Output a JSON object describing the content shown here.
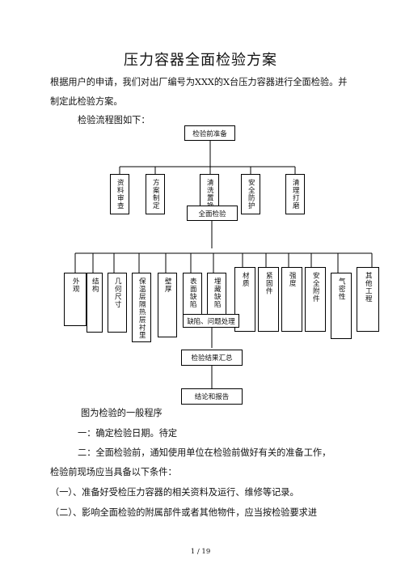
{
  "title": "压力容器全面检验方案",
  "intro": "根据用户的申请，我们对出厂编号为XXX的X台压力容器进行全面检验。并制定此检验方案。",
  "flow_label": "检验流程图如下：",
  "flowchart": {
    "top": "检验前准备",
    "prep_steps": [
      "资料审查",
      "方案制定",
      "清洗置换",
      "安全防护",
      "清理打磨"
    ],
    "middle": "全面检验",
    "inspection_items": [
      "外观",
      "结构",
      "几何尺寸",
      "保温层隔热层衬里",
      "壁厚",
      "表面缺陷",
      "埋藏缺陷",
      "材质",
      "紧固件",
      "强度",
      "安全附件",
      "气密性",
      "其他工程"
    ],
    "defect": "缺陷、问题处理",
    "summary": "检验结果汇总",
    "report": "结论和报告"
  },
  "caption": "图为检验的一般程序",
  "item1": "一：确定检验日期。待定",
  "item2_line1": "二：全面检验前，通知使用单位在检验前做好有关的准备工作，",
  "item2_line2": "检验前现场应当具备以下条件：",
  "sub1": "（一）、准备好受检压力容器的相关资料及运行、维修等记录。",
  "sub2": "（二）、影响全面检验的附属部件或者其他物件，应当按检验要求进",
  "footer": "1 / 19"
}
